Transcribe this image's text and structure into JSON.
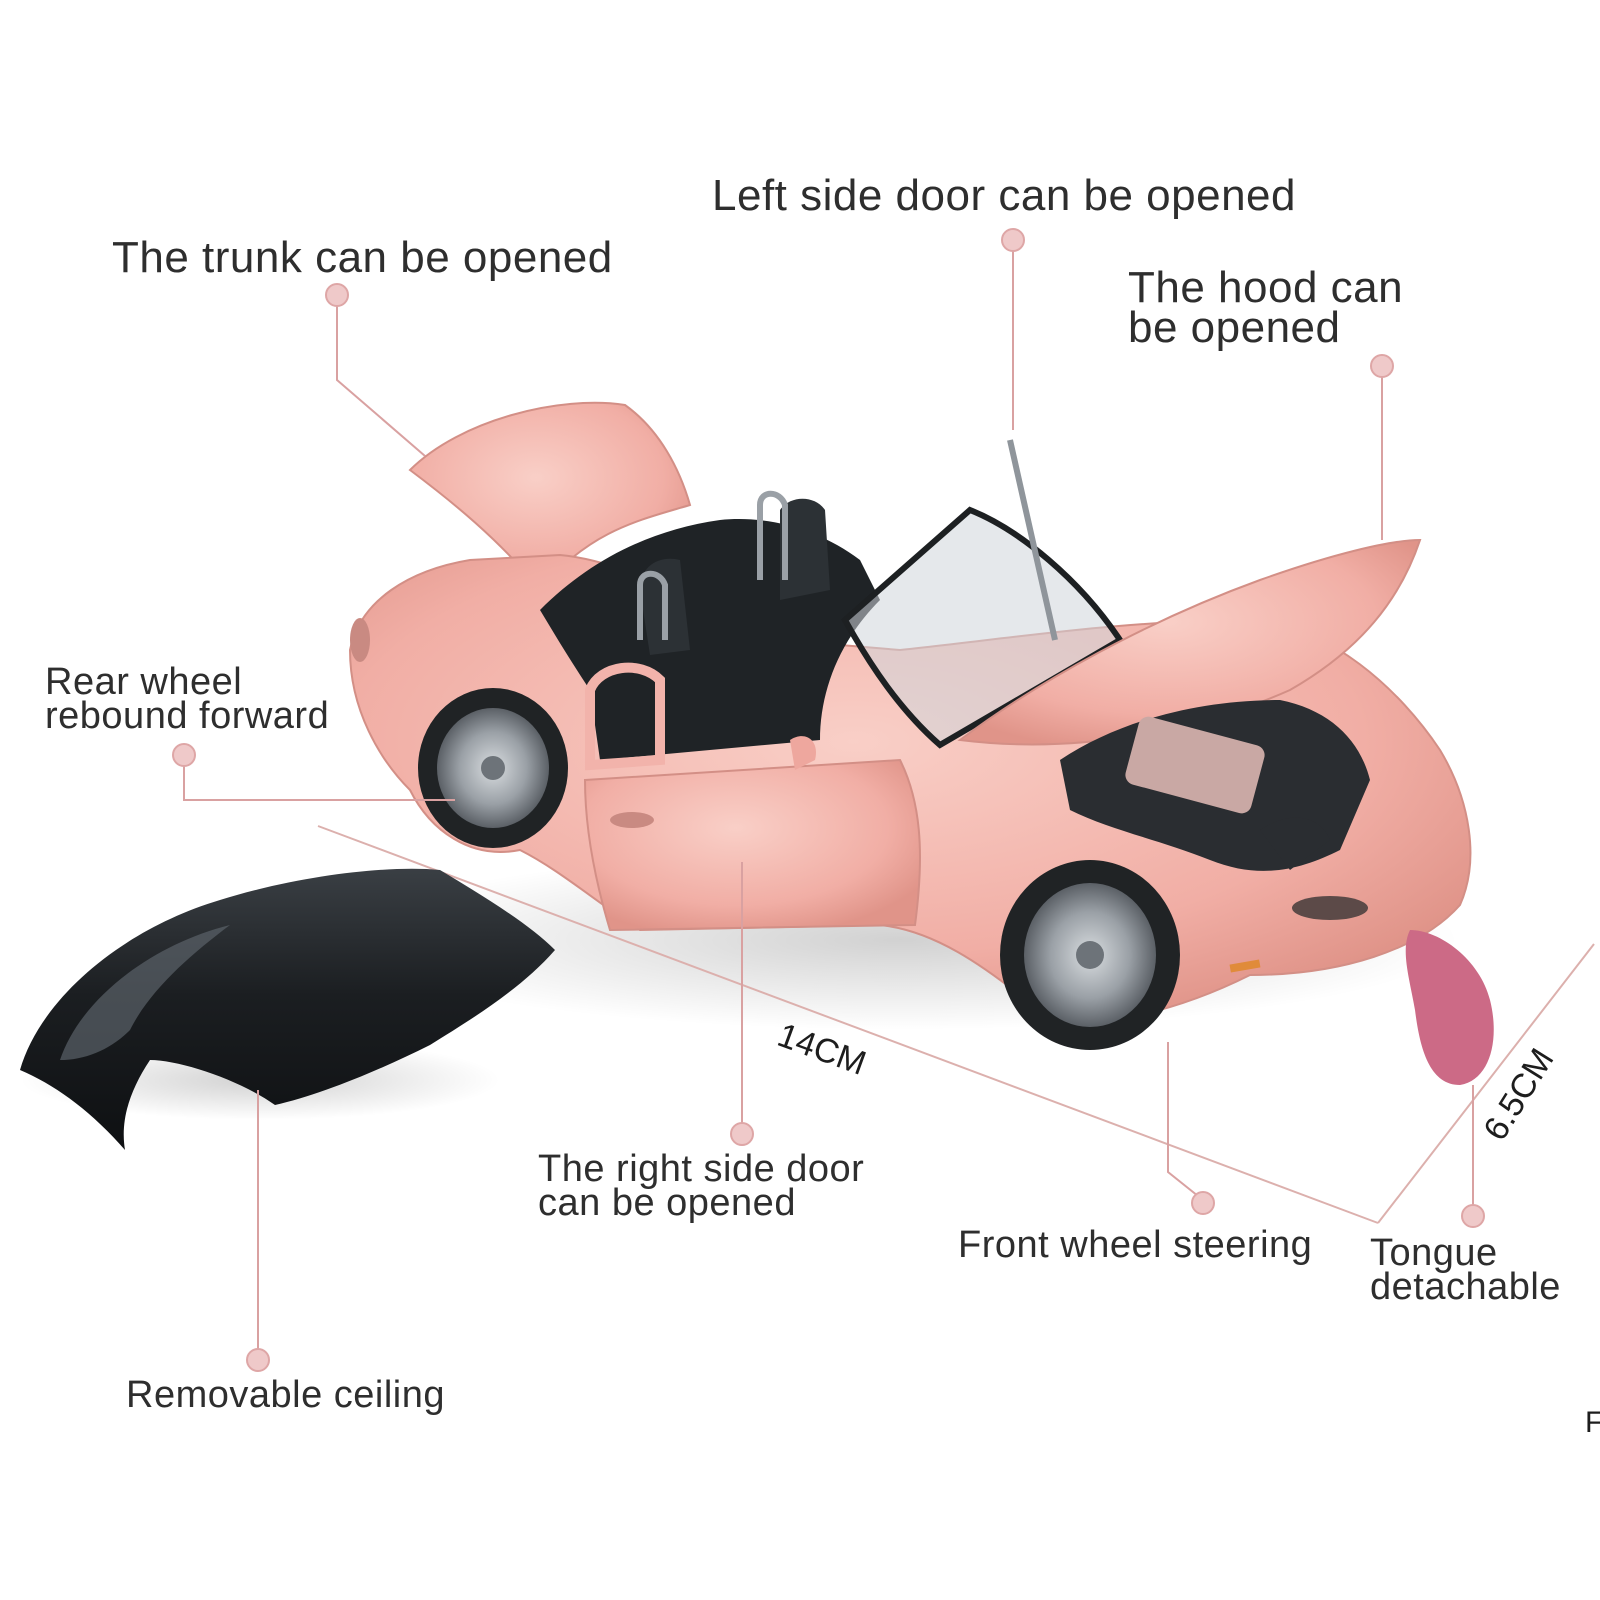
{
  "labels": {
    "trunk": "The trunk can be opened",
    "left_door": "Left side door can be opened",
    "hood": [
      "The hood can",
      "be opened"
    ],
    "rear_wheel": [
      "Rear wheel",
      "rebound forward"
    ],
    "right_door": [
      "The right side door",
      "can be opened"
    ],
    "front_wheel": "Front wheel steering",
    "tongue": [
      "Tongue",
      "detachable"
    ],
    "ceiling": "Removable ceiling"
  },
  "dimensions": {
    "length": "14CM",
    "height": "6.5CM"
  },
  "stray_glyph": "F",
  "colors": {
    "car_body": "#f2b3ab",
    "roof": "#1d2022",
    "tongue": "#cc6a86",
    "callout_line": "#d9a1a1",
    "text": "#2e2e2e"
  }
}
